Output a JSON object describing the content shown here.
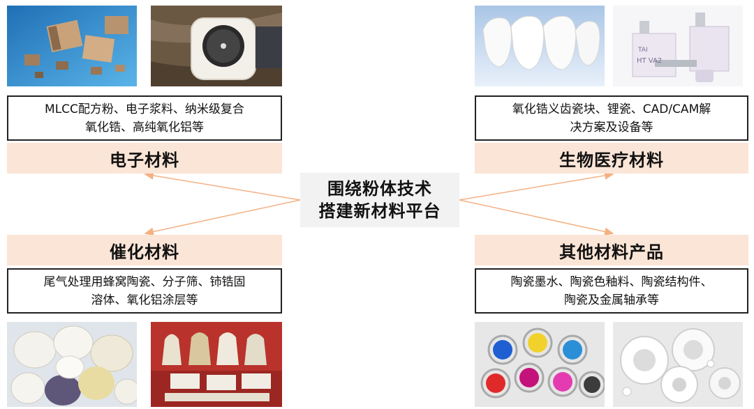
{
  "center": {
    "line1": "围绕粉体技术",
    "line2": "搭建新材料平台"
  },
  "electronic": {
    "desc_line1": "MLCC配方粉、电子浆料、纳米级复合",
    "desc_line2": "氧化锆、高纯氧化铝等",
    "label": "电子材料"
  },
  "biomedical": {
    "desc_line1": "氧化锆义齿瓷块、锂瓷、CAD/CAM解",
    "desc_line2": "决方案及设备等",
    "label": "生物医疗材料"
  },
  "catalytic": {
    "label": "催化材料",
    "desc_line1": "尾气处理用蜂窝陶瓷、分子筛、铈锆固",
    "desc_line2": "溶体、氧化铝涂层等"
  },
  "other": {
    "label": "其他材料产品",
    "desc_line1": "陶瓷墨水、陶瓷色釉料、陶瓷结构件、",
    "desc_line2": "陶瓷及金属轴承等"
  },
  "photo_labels": {
    "zirconia_block": "HT VA2",
    "zirconia_block_brand": "TAI"
  },
  "colors": {
    "category_fill": "#fbe5d6",
    "center_fill": "#f2f2f2",
    "arrow": "#f4b183",
    "border": "#222222"
  }
}
